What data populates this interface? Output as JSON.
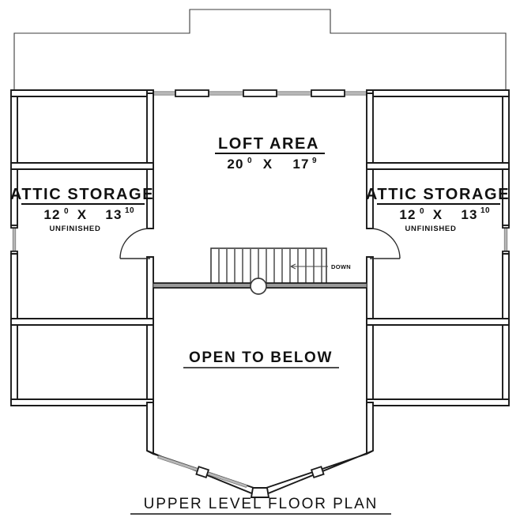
{
  "document": {
    "title": "UPPER LEVEL FLOOR PLAN",
    "type": "architectural-floor-plan",
    "level": "Upper Level"
  },
  "rooms": {
    "loft": {
      "name": "LOFT  AREA",
      "dim_width_ft": "20",
      "dim_width_in": "0",
      "sep": "X",
      "dim_depth_ft": "17",
      "dim_depth_in": "9"
    },
    "attic_left": {
      "name": "ATTIC  STORAGE",
      "dim_width_ft": "12",
      "dim_width_in": "0",
      "sep": "X",
      "dim_depth_ft": "13",
      "dim_depth_in": "10",
      "note": "UNFINISHED"
    },
    "attic_right": {
      "name": "ATTIC  STORAGE",
      "dim_width_ft": "12",
      "dim_width_in": "0",
      "sep": "X",
      "dim_depth_ft": "13",
      "dim_depth_in": "10",
      "note": "UNFINISHED"
    },
    "open_area": {
      "name": "OPEN TO BELOW"
    }
  },
  "annotations": {
    "stair_direction": "DOWN"
  },
  "colors": {
    "background": "#ffffff",
    "wall": "#1a1a1a",
    "roofline": "#3b3b3b",
    "window_band": "#b8b8b8",
    "stair": "#4a4a4a",
    "text": "#111111"
  }
}
